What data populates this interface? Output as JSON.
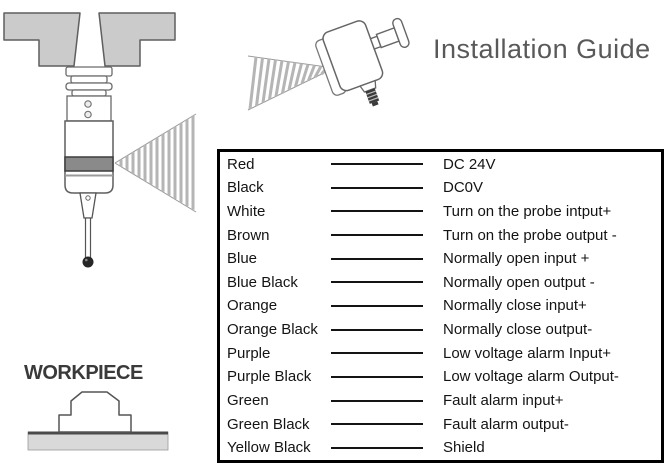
{
  "title": "Installation Guide",
  "workpiece": {
    "label": "WORKPIECE"
  },
  "wiring_table": {
    "rows": [
      {
        "color": "Red",
        "function": "DC 24V"
      },
      {
        "color": "Black",
        "function": "DC0V"
      },
      {
        "color": "White",
        "function": "Turn on the probe intput+"
      },
      {
        "color": "Brown",
        "function": "Turn on the probe output -"
      },
      {
        "color": "Blue",
        "function": "Normally open input +"
      },
      {
        "color": "Blue Black",
        "function": "Normally open output -"
      },
      {
        "color": "Orange",
        "function": "Normally close input+"
      },
      {
        "color": "Orange Black",
        "function": "Normally close output-"
      },
      {
        "color": "Purple",
        "function": "Low voltage alarm Input+"
      },
      {
        "color": "Purple Black",
        "function": "Low voltage alarm Output-"
      },
      {
        "color": "Green",
        "function": "Fault alarm input+"
      },
      {
        "color": "Green Black",
        "function": "Fault alarm output-"
      },
      {
        "color": "Yellow Black",
        "function": "Shield"
      }
    ]
  },
  "drawings": {
    "spindle_probe": "machine spindle with touch probe emitting signal fan",
    "receiver": "signal receiver unit with mounting knob emitting signal fan",
    "workpiece": "stepped workpiece on table slab"
  },
  "colors": {
    "title_gray": "#595959",
    "housing_gray": "#cbcbcb",
    "band_gray": "#8a8a8a",
    "fan_stripe_gray": "#b5b5b5",
    "table_border": "#000000",
    "text_black": "#141414"
  }
}
